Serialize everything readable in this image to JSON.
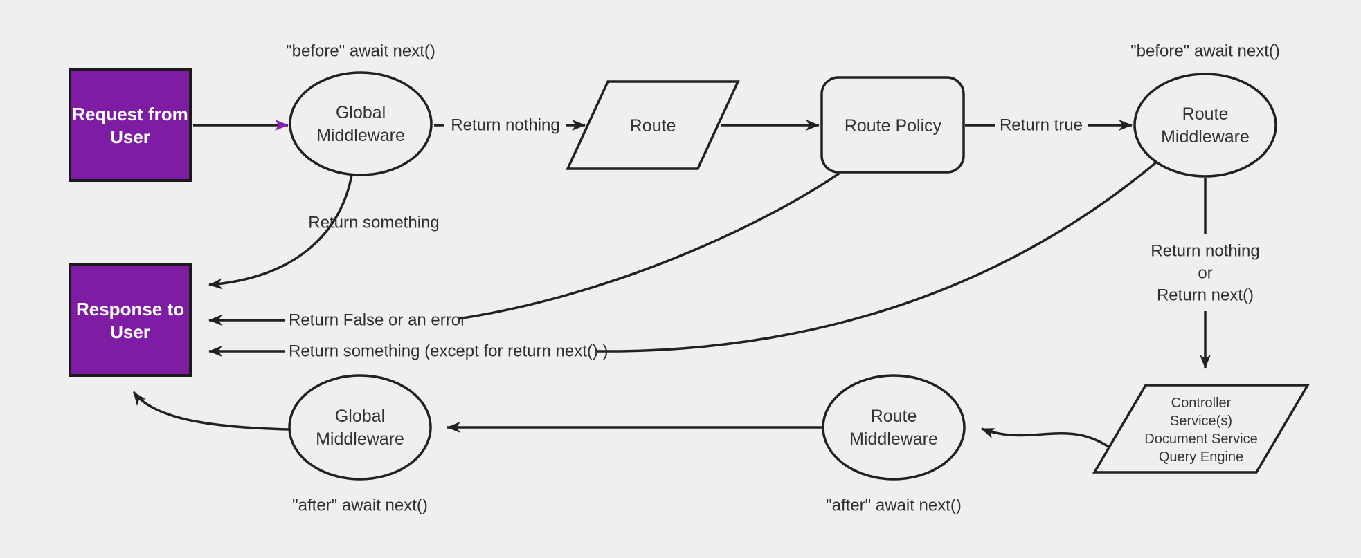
{
  "diagram": {
    "title_semantic": "request-response middleware flow",
    "colors": {
      "background": "#efefef",
      "line": "#212121",
      "text": "#333333",
      "purple_fill": "#7e1ca4",
      "purple_border": "#1a1a1a",
      "purple_arrow": "#8f1bb5",
      "box_text": "#ffffff"
    },
    "nodes": {
      "request_box": {
        "line1": "Request from",
        "line2": "User"
      },
      "global_middleware_top": {
        "line1": "Global",
        "line2": "Middleware"
      },
      "route": {
        "label": "Route"
      },
      "route_policy": {
        "label": "Route Policy"
      },
      "route_middleware_top": {
        "line1": "Route",
        "line2": "Middleware"
      },
      "controller_block": {
        "line1": "Controller",
        "line2": "Service(s)",
        "line3": "Document Service",
        "line4": "Query Engine"
      },
      "response_box": {
        "line1": "Response to",
        "line2": "User"
      },
      "route_middleware_bottom": {
        "line1": "Route",
        "line2": "Middleware"
      },
      "global_middleware_bottom": {
        "line1": "Global",
        "line2": "Middleware"
      }
    },
    "labels": {
      "before_await_next_top_left": "\"before\" await next()",
      "before_await_next_top_right": "\"before\" await next()",
      "return_nothing": "Return nothing",
      "return_true": "Return true",
      "return_something": "Return something",
      "return_false_or_error": "Return False or an error",
      "return_something_except": "Return something (except for return next() )",
      "return_nothing_or_1": "Return nothing",
      "return_nothing_or_2": "or",
      "return_nothing_or_3": "Return next()",
      "after_await_next_left": "\"after\" await next()",
      "after_await_next_right": "\"after\" await next()"
    }
  }
}
